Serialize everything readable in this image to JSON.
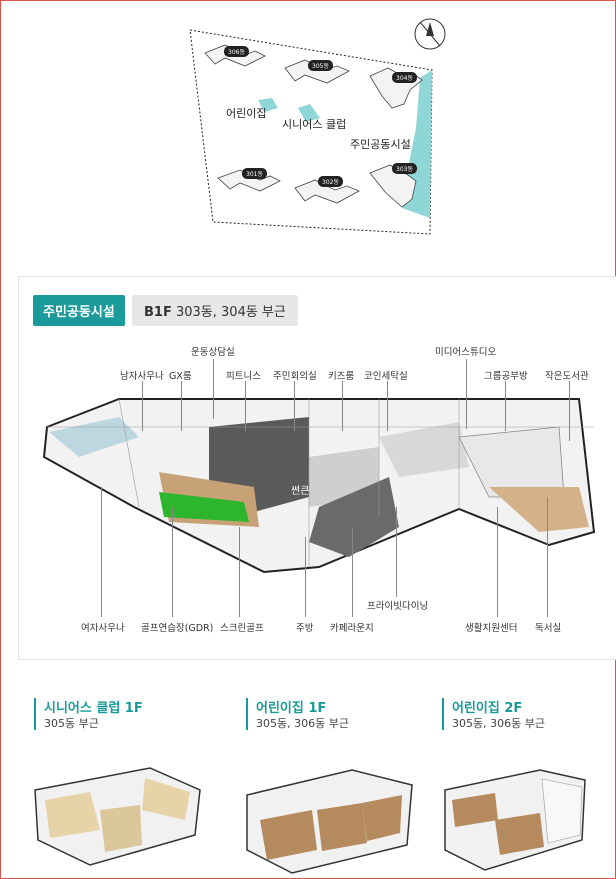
{
  "site_plan": {
    "buildings": [
      "306동",
      "305동",
      "304동",
      "301동",
      "302동",
      "303동"
    ],
    "facilities": [
      "어린이집",
      "시니어스 클럽",
      "주민공동시설"
    ]
  },
  "b1f": {
    "tag": "주민공동시설",
    "floor": "B1F",
    "location": "303동, 304동 부근",
    "top_labels": [
      "운동상담실",
      "남자사우나",
      "GX룸",
      "피트니스",
      "주민회의실",
      "키즈룸",
      "코인세탁실",
      "미디어스튜디오",
      "그룹공부방",
      "작은도서관"
    ],
    "center_label": "썬큰",
    "bottom_labels": [
      "여자사우나",
      "골프연습장(GDR)",
      "스크린골프",
      "주방",
      "카페라운지",
      "프라이빗다이닝",
      "생활지원센터",
      "독서실"
    ]
  },
  "panels": [
    {
      "title": "시니어스 클럽 1F",
      "location": "305동 부근"
    },
    {
      "title": "어린이집 1F",
      "location": "305동, 306동 부근"
    },
    {
      "title": "어린이집 2F",
      "location": "305동, 306동 부근"
    }
  ],
  "colors": {
    "accent": "#1a9a9a",
    "teal": "#8fd6d6",
    "golf_green": "#2db52d"
  }
}
